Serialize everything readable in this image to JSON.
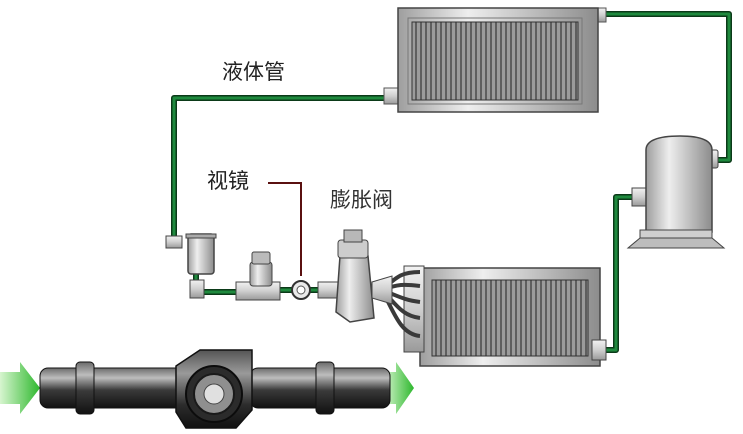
{
  "labels": {
    "liquid_line": "液体管",
    "sight_glass": "视镜",
    "expansion_valve": "膨胀阀"
  },
  "colors": {
    "pipe": "#1e7a3a",
    "pipe_outline": "#0b3a18",
    "flow_arrow": "#3cc43c",
    "sight_glass_leader": "#5a1010",
    "equipment_body": "#d4d4d4",
    "fins": "#6e6e6e"
  },
  "icons": [
    "condenser-icon",
    "evaporator-icon",
    "compressor-icon",
    "receiver-icon",
    "filter-drier-icon",
    "sight-glass-icon",
    "expansion-valve-icon",
    "flow-arrow-icon"
  ]
}
